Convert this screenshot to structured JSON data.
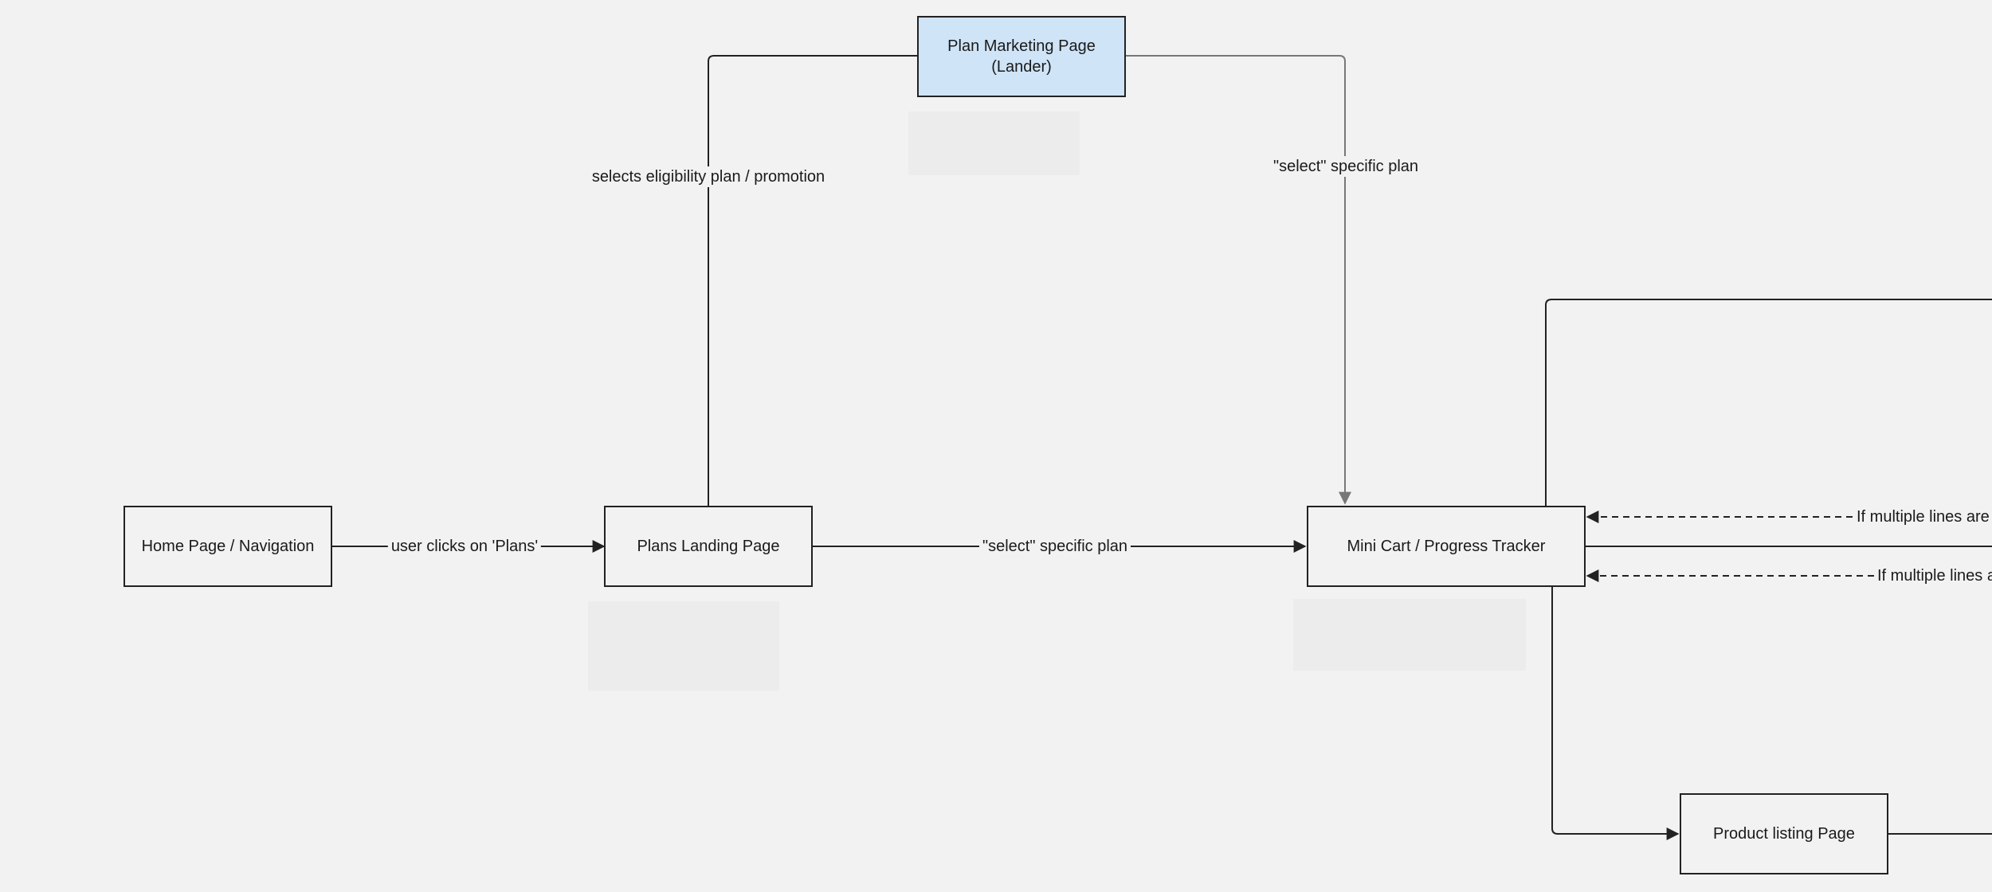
{
  "nodes": {
    "home": {
      "label": "Home Page / Navigation"
    },
    "plans_landing": {
      "label": "Plans Landing Page"
    },
    "lander": {
      "label_line1": "Plan Marketing Page",
      "label_line2": "(Lander)"
    },
    "mini_cart": {
      "label": "Mini Cart / Progress Tracker"
    },
    "product_listing": {
      "label": "Product listing Page"
    }
  },
  "edges": {
    "home_to_plans": "user clicks on 'Plans'",
    "plans_to_cart": "\"select\" specific plan",
    "plans_to_lander": "selects eligibility plan / promotion",
    "lander_to_cart": "\"select\" specific plan",
    "multi_lines_1": "If multiple lines are",
    "multi_lines_2": "If multiple lines a"
  },
  "colors": {
    "background": "#f2f2f2",
    "lander_fill": "#cfe4f7",
    "stroke": "#222222",
    "gray_stroke": "#777777"
  }
}
